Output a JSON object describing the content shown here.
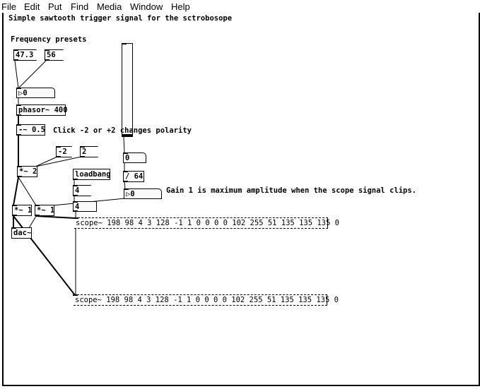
{
  "menu": [
    "File",
    "Edit",
    "Put",
    "Find",
    "Media",
    "Window",
    "Help"
  ],
  "comments": {
    "title": "Simple sawtooth trigger signal for the sctrobosope",
    "presets": "Frequency presets",
    "polarity": "Click -2 or +2 changes polarity",
    "gain": "Gain 1 is maximum amplitude when the scope signal clips."
  },
  "messages": {
    "m473": "47.3",
    "m56": "56",
    "mneg2": "-2",
    "m2": "2",
    "m4": "4"
  },
  "numbers": {
    "freq": "0",
    "slider_out": "0",
    "gain": "0",
    "gain_init": "4"
  },
  "objects": {
    "phasor": "phasor~ 400",
    "minus": "-~ 0.5",
    "times2": "*~ 2",
    "div64": "/ 64",
    "loadbang": "loadbang",
    "times1a": "*~ 1",
    "times1b": "*~ 1",
    "dac": "dac~",
    "scope1": "scope~ 198 98 4 3 128 -1 1 0 0 0 0 102 255 51 135 135 135 0",
    "scope2": "scope~ 198 98 4 3 128 -1 1 0 0 0 0 102 255 51 135 135 135 0"
  }
}
